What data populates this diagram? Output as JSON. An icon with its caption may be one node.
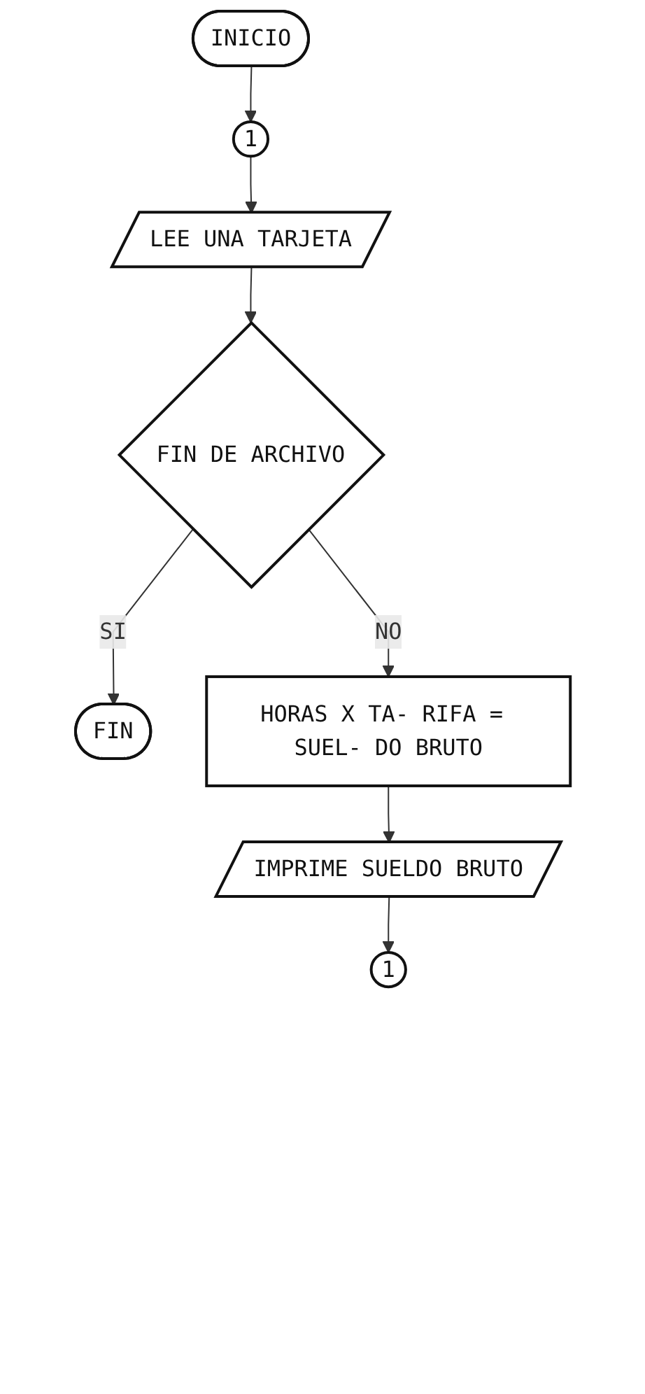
{
  "diagram": {
    "nodes": [
      {
        "text": [
          "INICIO"
        ]
      },
      {
        "text": [
          "1"
        ]
      },
      {
        "text": [
          "LEE UNA TARJETA"
        ]
      },
      {
        "text": [
          "FIN DE ARCHIVO"
        ]
      },
      {
        "text": [
          "FIN"
        ]
      },
      {
        "text": [
          "HORAS X TA- RIFA = SUEL- DO BRUTO"
        ]
      },
      {
        "text": [
          "IMPRIME SUELDO BRUTO"
        ]
      },
      {
        "text": [
          "1"
        ]
      }
    ],
    "edges": [
      {
        "from": 0,
        "to": 1,
        "arrow": "to"
      },
      {
        "from": 1,
        "to": 2,
        "arrow": "to"
      },
      {
        "from": 2,
        "to": 3,
        "arrow": "to"
      },
      {
        "from": 3,
        "to": 4,
        "arrow": "to",
        "label": "SI"
      },
      {
        "from": 3,
        "to": 5,
        "arrow": "to",
        "label": "NO"
      },
      {
        "from": 5,
        "to": 6,
        "arrow": "to"
      },
      {
        "from": 6,
        "to": 7,
        "arrow": "to"
      }
    ]
  }
}
